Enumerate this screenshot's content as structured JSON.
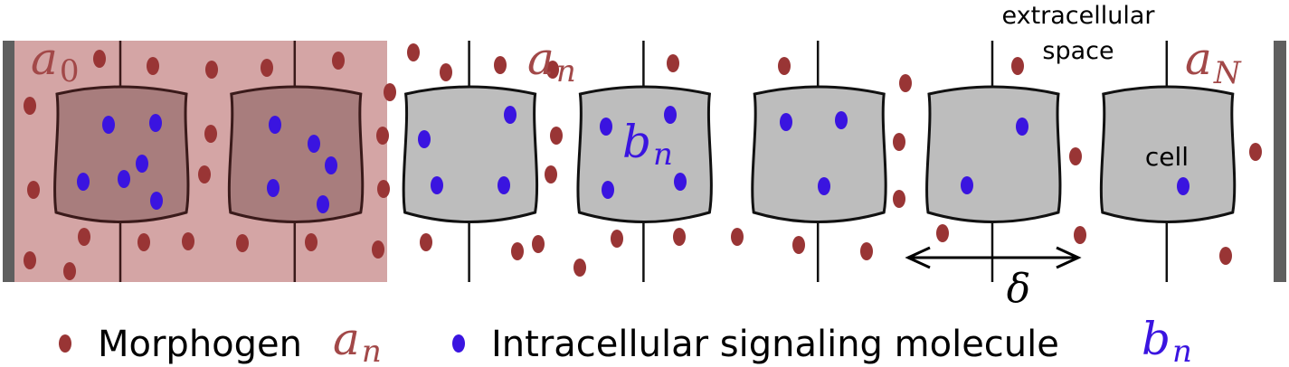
{
  "labels": {
    "a0": {
      "base": "a",
      "sub": "0"
    },
    "an": {
      "base": "a",
      "sub": "n"
    },
    "aN": {
      "base": "a",
      "sub": "N"
    },
    "bn": {
      "base": "b",
      "sub": "n"
    },
    "extracellular_line1": "extracellular",
    "extracellular_line2": "space",
    "cell": "cell",
    "delta": "δ"
  },
  "legend": {
    "morphogen": {
      "label": "Morphogen",
      "sym_base": "a",
      "sym_sub": "n"
    },
    "signaling": {
      "label": "Intracellular signaling molecule",
      "sym_base": "b",
      "sym_sub": "n"
    }
  },
  "colors": {
    "morphogen": "#993535",
    "signaling": "#3a14e0",
    "source_region": "#d4a5a5",
    "source_cell": "#a87d7d",
    "cell": "#bdbdbd",
    "wall": "#5f5f5f",
    "label_red": "#a24848"
  },
  "cell_count": 7,
  "source_cell_count": 2
}
